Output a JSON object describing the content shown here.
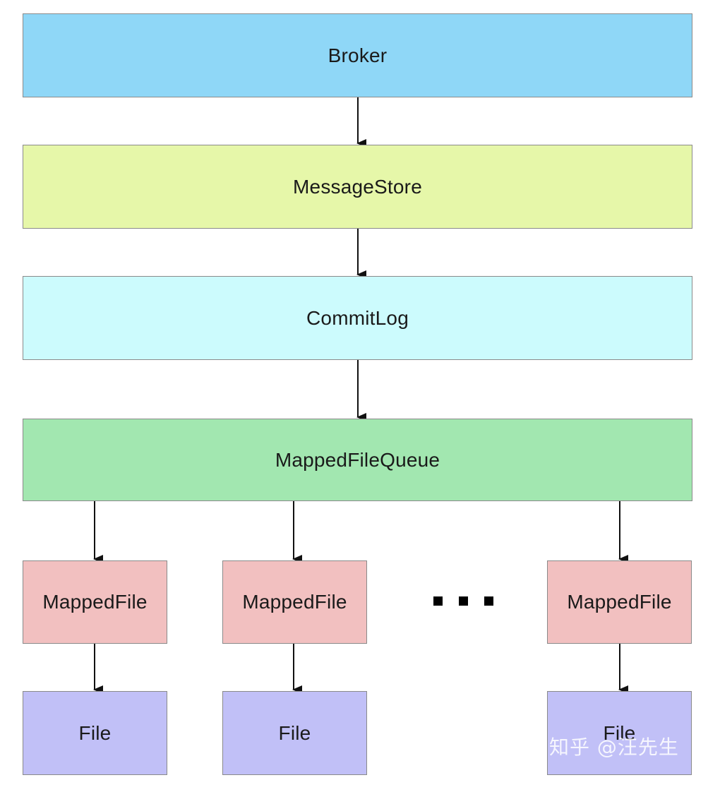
{
  "diagram": {
    "broker": "Broker",
    "message_store": "MessageStore",
    "commit_log": "CommitLog",
    "mapped_file_queue": "MappedFileQueue",
    "mapped_files": [
      "MappedFile",
      "MappedFile",
      "MappedFile"
    ],
    "files": [
      "File",
      "File",
      "File"
    ],
    "colors": {
      "broker": "#8fd7f7",
      "message_store": "#e6f7a9",
      "commit_log": "#ccfbfd",
      "mapped_file_queue": "#a2e7b0",
      "mapped_file": "#f2c0c0",
      "file": "#c1c0f7"
    }
  },
  "watermark": "知乎 @汪先生"
}
